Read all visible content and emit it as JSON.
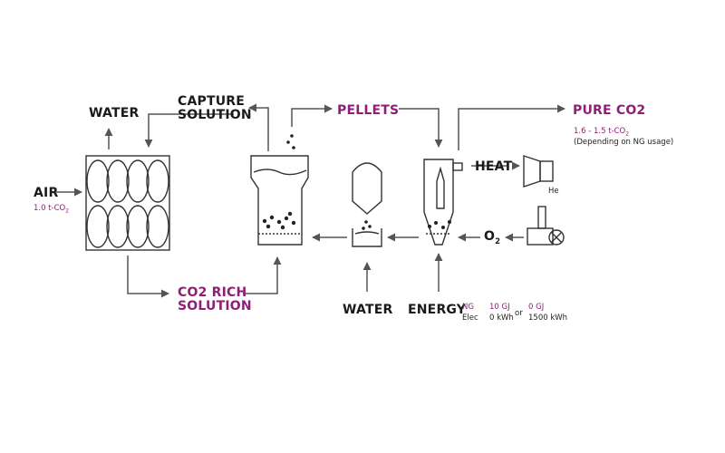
{
  "labels": {
    "water_top": "WATER",
    "capture_solution_1": "CAPTURE",
    "capture_solution_2": "SOLUTION",
    "pellets": "PELLETS",
    "pure_co2": "PURE CO2",
    "pure_co2_amount": "1.6 - 1.5 t-CO",
    "pure_co2_note": "(Depending on NG usage)",
    "heat": "HEAT",
    "air": "AIR",
    "air_amount": "1.0 t-CO",
    "o2": "O",
    "o2_sub": "2",
    "co2_rich_1": "CO2 RICH",
    "co2_rich_2": "SOLUTION",
    "water_bottom": "WATER",
    "energy": "ENERGY",
    "ng": "NG",
    "elec": "Elec",
    "opt1_ng": "10 GJ",
    "opt1_elec": "0 kWh",
    "or": "or",
    "opt2_ng": "0 GJ",
    "opt2_elec": "1500 kWh",
    "sub2": "2",
    "he": "He"
  },
  "colors": {
    "accent": "#8e1f74",
    "line": "#555555",
    "text": "#1a1a1a"
  }
}
